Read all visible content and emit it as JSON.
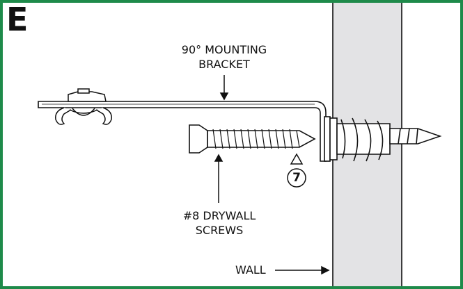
{
  "step_letter": "E",
  "labels": {
    "bracket_line1": "90° MOUNTING",
    "bracket_line2": "BRACKET",
    "screws_line1": "#8 DRYWALL",
    "screws_line2": "SCREWS",
    "wall": "WALL"
  },
  "step_callout": "7",
  "colors": {
    "frame_border": "#1e8a4a",
    "wall_fill": "#e3e3e5",
    "line": "#111111",
    "fill": "#ffffff"
  }
}
